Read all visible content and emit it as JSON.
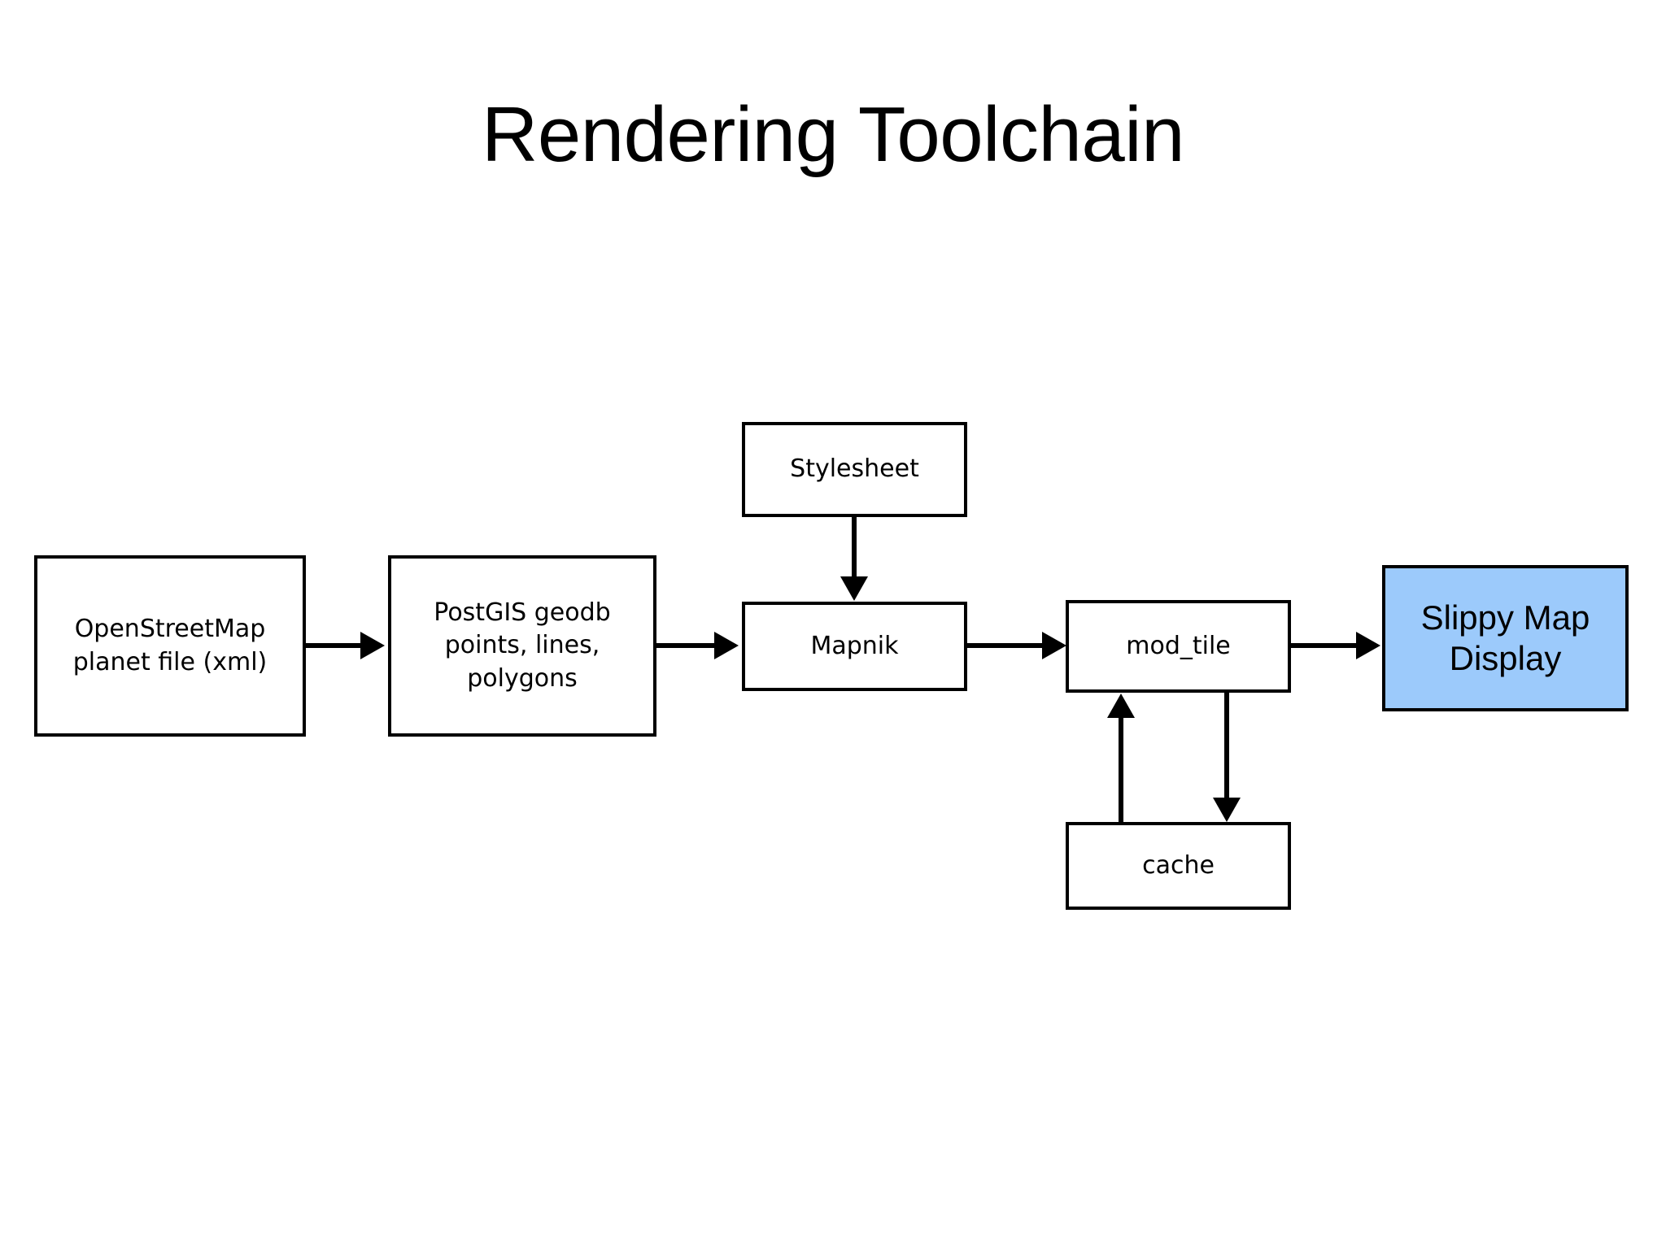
{
  "slide": {
    "title": "Rendering Toolchain",
    "background_color": "#ffffff"
  },
  "diagram": {
    "type": "flowchart",
    "accent_color": "#9CCAFB",
    "border_color": "#000000",
    "nodes": [
      {
        "id": "osm",
        "label": "OpenStreetMap\nplanet file (xml)",
        "line1": "OpenStreetMap",
        "line2": "planet file (xml)",
        "style": "plain"
      },
      {
        "id": "postgis",
        "label": "PostGIS geodb\npoints, lines,\npolygons",
        "line1": "PostGIS geodb",
        "line2": "points, lines,",
        "line3": "polygons",
        "style": "plain"
      },
      {
        "id": "stylesheet",
        "label": "Stylesheet",
        "style": "plain"
      },
      {
        "id": "mapnik",
        "label": "Mapnik",
        "style": "plain"
      },
      {
        "id": "mod_tile",
        "label": "mod_tile",
        "style": "plain"
      },
      {
        "id": "cache",
        "label": "cache",
        "style": "plain"
      },
      {
        "id": "slippy",
        "label": "Slippy Map\nDisplay",
        "line1": "Slippy Map",
        "line2": "Display",
        "style": "accent"
      }
    ],
    "edges": [
      {
        "from": "osm",
        "to": "postgis",
        "direction": "right"
      },
      {
        "from": "postgis",
        "to": "mapnik",
        "direction": "right"
      },
      {
        "from": "stylesheet",
        "to": "mapnik",
        "direction": "down"
      },
      {
        "from": "mapnik",
        "to": "mod_tile",
        "direction": "right"
      },
      {
        "from": "mod_tile",
        "to": "slippy",
        "direction": "right"
      },
      {
        "from": "mod_tile",
        "to": "cache",
        "direction": "down"
      },
      {
        "from": "cache",
        "to": "mod_tile",
        "direction": "up"
      }
    ]
  }
}
